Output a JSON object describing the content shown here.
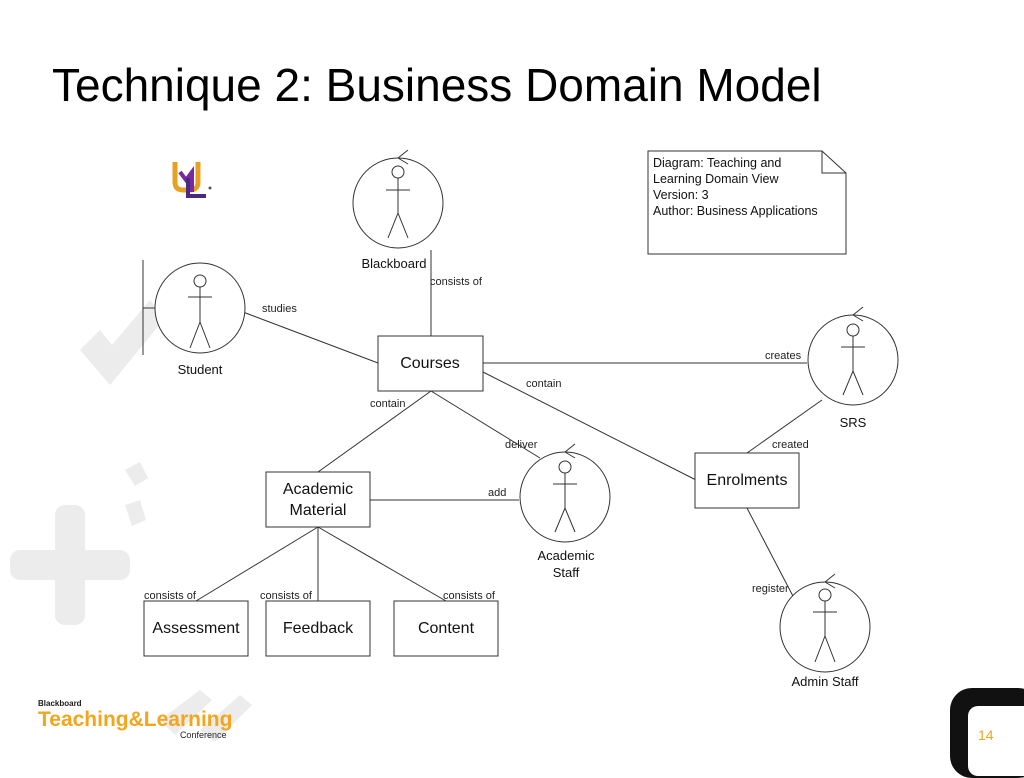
{
  "slide": {
    "title": "Technique 2: Business Domain Model",
    "page_number": "14"
  },
  "diagram": {
    "note": {
      "lines": [
        "Diagram: Teaching and",
        "Learning Domain View",
        "Version: 3",
        "Author: Business Applications"
      ]
    },
    "actors": {
      "blackboard": "Blackboard",
      "student": "Student",
      "srs": "SRS",
      "academic_staff_line1": "Academic",
      "academic_staff_line2": "Staff",
      "admin_staff": "Admin Staff"
    },
    "entities": {
      "courses": "Courses",
      "academic_material_line1": "Academic",
      "academic_material_line2": "Material",
      "enrolments": "Enrolments",
      "assessment": "Assessment",
      "feedback": "Feedback",
      "content": "Content"
    },
    "relations": {
      "blackboard_courses": "consists of",
      "student_courses": "studies",
      "srs_courses": "creates",
      "courses_enrolments": "contain",
      "courses_material": "contain",
      "courses_staff": "deliver",
      "material_staff": "add",
      "srs_enrolments": "created",
      "enrolments_admin": "register",
      "material_assessment": "consists of",
      "material_feedback": "consists of",
      "material_content": "consists of"
    }
  },
  "footer": {
    "brand_top": "Blackboard",
    "brand_main": "Teaching&Learning",
    "brand_sub": "Conference"
  },
  "colors": {
    "accent": "#f4a51c",
    "watermark": "#ececec",
    "line": "#333333"
  },
  "icons": [
    "uml-logo-icon",
    "actor-icon",
    "note-fold-icon"
  ]
}
